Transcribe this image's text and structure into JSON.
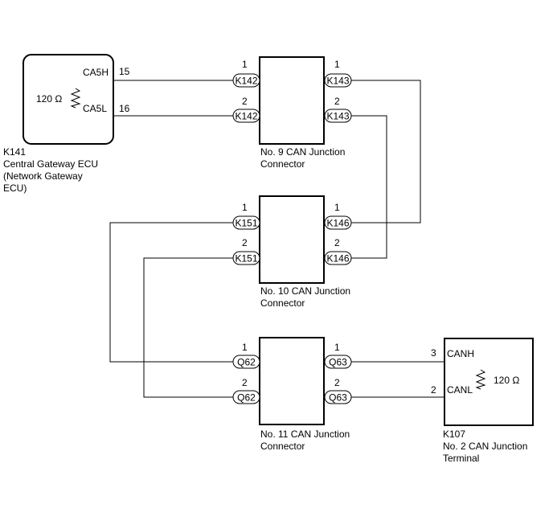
{
  "k141": {
    "id": "K141",
    "name_lines": [
      "Central Gateway ECU",
      "(Network Gateway",
      "ECU)"
    ],
    "resistor": "120 Ω",
    "pins": [
      {
        "signal": "CA5H",
        "pin": "15"
      },
      {
        "signal": "CA5L",
        "pin": "16"
      }
    ]
  },
  "jc9": {
    "name_lines": [
      "No. 9 CAN Junction",
      "Connector"
    ],
    "left_pins": [
      {
        "pin": "1",
        "connector": "K142"
      },
      {
        "pin": "2",
        "connector": "K142"
      }
    ],
    "right_pins": [
      {
        "pin": "1",
        "connector": "K143"
      },
      {
        "pin": "2",
        "connector": "K143"
      }
    ]
  },
  "jc10": {
    "name_lines": [
      "No. 10 CAN Junction",
      "Connector"
    ],
    "left_pins": [
      {
        "pin": "1",
        "connector": "K151"
      },
      {
        "pin": "2",
        "connector": "K151"
      }
    ],
    "right_pins": [
      {
        "pin": "1",
        "connector": "K146"
      },
      {
        "pin": "2",
        "connector": "K146"
      }
    ]
  },
  "jc11": {
    "name_lines": [
      "No. 11 CAN Junction",
      "Connector"
    ],
    "left_pins": [
      {
        "pin": "1",
        "connector": "Q62"
      },
      {
        "pin": "2",
        "connector": "Q62"
      }
    ],
    "right_pins": [
      {
        "pin": "1",
        "connector": "Q63"
      },
      {
        "pin": "2",
        "connector": "Q63"
      }
    ]
  },
  "k107": {
    "id": "K107",
    "name_lines": [
      "No. 2 CAN Junction",
      "Terminal"
    ],
    "resistor": "120 Ω",
    "pins": [
      {
        "signal": "CANH",
        "pin": "3"
      },
      {
        "signal": "CANL",
        "pin": "2"
      }
    ]
  }
}
